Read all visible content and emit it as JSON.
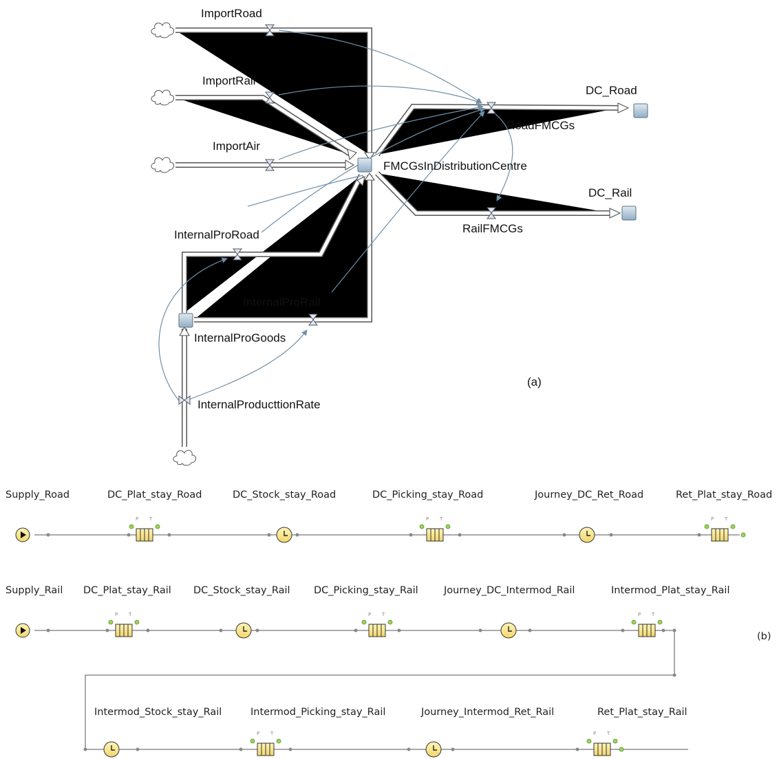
{
  "sd": {
    "stocks": {
      "fmcg": "FMCGsInDistributionCentre",
      "dc_road": "DC_Road",
      "dc_rail": "DC_Rail",
      "internal_goods": "InternalProGoods"
    },
    "flows": {
      "import_road": "ImportRoad",
      "import_rail": "ImportRail",
      "import_air": "ImportAir",
      "internal_road": "InternalProRoad",
      "internal_rail": "InternalProRail",
      "internal_rate": "InternalProducttionRate",
      "road_fmcgs": "RoadFMCGs",
      "rail_fmcgs": "RailFMCGs"
    },
    "tag": "(a)"
  },
  "des": {
    "tag": "(b)",
    "road_blocks": [
      "Supply_Road",
      "DC_Plat_stay_Road",
      "DC_Stock_stay_Road",
      "DC_Picking_stay_Road",
      "Journey_DC_Ret_Road",
      "Ret_Plat_stay_Road"
    ],
    "rail_blocks": [
      "Supply_Rail",
      "DC_Plat_stay_Rail",
      "DC_Stock_stay_Rail",
      "DC_Picking_stay_Rail",
      "Journey_DC_Intermod_Rail",
      "Intermod_Plat_stay_Rail"
    ],
    "rail_blocks_row2": [
      "Intermod_Stock_stay_Rail",
      "Intermod_Picking_stay_Rail",
      "Journey_Intermod_Ret_Rail",
      "Ret_Plat_stay_Rail"
    ],
    "port_p": "P",
    "port_t": "T"
  }
}
